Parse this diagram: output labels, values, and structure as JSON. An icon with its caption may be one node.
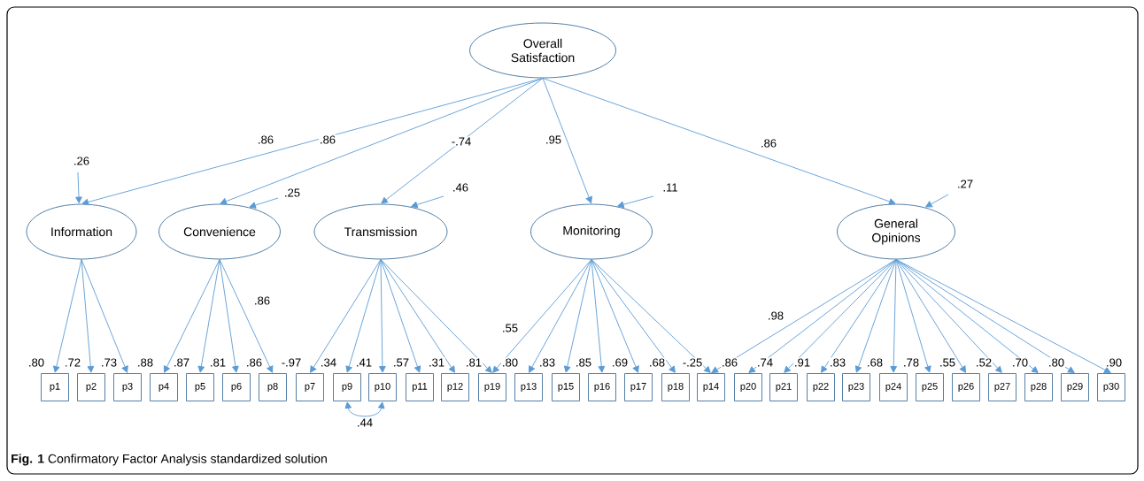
{
  "diagram": {
    "caption": "**Fig. 1** Confirmatory Factor Analysis standardized solution",
    "nodes": [
      {
        "text": [
          "Overall Satisfaction"
        ]
      },
      {
        "text": [
          "Information"
        ]
      },
      {
        "text": [
          "Convenience"
        ]
      },
      {
        "text": [
          "Transmission"
        ]
      },
      {
        "text": [
          "Monitoring"
        ]
      },
      {
        "text": [
          "General Opinions"
        ]
      },
      {
        "text": [
          "p1"
        ],
        "beside": [
          ".80"
        ]
      },
      {
        "text": [
          "p2"
        ],
        "beside": [
          ".72"
        ]
      },
      {
        "text": [
          "p3"
        ],
        "beside": [
          ".73"
        ]
      },
      {
        "text": [
          "p4"
        ],
        "beside": [
          ".88"
        ]
      },
      {
        "text": [
          "p5"
        ],
        "beside": [
          ".87"
        ]
      },
      {
        "text": [
          "p6"
        ],
        "beside": [
          ".81"
        ]
      },
      {
        "text": [
          "p8"
        ],
        "beside": [
          ".86"
        ]
      },
      {
        "text": [
          "p7"
        ],
        "beside": [
          "-.97"
        ]
      },
      {
        "text": [
          "p9"
        ],
        "beside": [
          ".34"
        ]
      },
      {
        "text": [
          "p10"
        ],
        "beside": [
          ".41"
        ]
      },
      {
        "text": [
          "p11"
        ],
        "beside": [
          ".57"
        ]
      },
      {
        "text": [
          "p12"
        ],
        "beside": [
          ".31"
        ]
      },
      {
        "text": [
          "p19"
        ],
        "beside": [
          ".81"
        ]
      },
      {
        "text": [
          "p13"
        ],
        "beside": [
          ".80"
        ]
      },
      {
        "text": [
          "p15"
        ],
        "beside": [
          ".83"
        ]
      },
      {
        "text": [
          "p16"
        ],
        "beside": [
          ".85"
        ]
      },
      {
        "text": [
          "p17"
        ],
        "beside": [
          ".69"
        ]
      },
      {
        "text": [
          "p18"
        ],
        "beside": [
          ".68"
        ]
      },
      {
        "text": [
          "p14"
        ],
        "beside": [
          "-.25"
        ]
      },
      {
        "text": [
          "p20"
        ],
        "beside": [
          ".86"
        ]
      },
      {
        "text": [
          "p21"
        ],
        "beside": [
          ".74"
        ]
      },
      {
        "text": [
          "p22"
        ],
        "beside": [
          ".91"
        ]
      },
      {
        "text": [
          "p23"
        ],
        "beside": [
          ".83"
        ]
      },
      {
        "text": [
          "p24"
        ],
        "beside": [
          ".68"
        ]
      },
      {
        "text": [
          "p25"
        ],
        "beside": [
          ".78"
        ]
      },
      {
        "text": [
          "p26"
        ],
        "beside": [
          ".55"
        ]
      },
      {
        "text": [
          "p27"
        ],
        "beside": [
          ".52"
        ]
      },
      {
        "text": [
          "p28"
        ],
        "beside": [
          ".70"
        ]
      },
      {
        "text": [
          "p29"
        ],
        "beside": [
          ".80"
        ]
      },
      {
        "text": [
          "p30"
        ],
        "beside": [
          ".90"
        ]
      }
    ],
    "edges": [
      {
        "from": 0,
        "to": 1,
        "arrow": "to",
        "label": ".86"
      },
      {
        "from": 0,
        "to": 2,
        "arrow": "to",
        "label": ".86"
      },
      {
        "from": 0,
        "to": 3,
        "arrow": "to",
        "label": "-.74"
      },
      {
        "from": 0,
        "to": 4,
        "arrow": "to",
        "label": ".95"
      },
      {
        "from": 0,
        "to": 5,
        "arrow": "to",
        "label": ".86"
      },
      {
        "from": null,
        "to": 1,
        "arrow": "to",
        "label": ".26"
      },
      {
        "from": null,
        "to": 2,
        "arrow": "to",
        "label": ".25"
      },
      {
        "from": null,
        "to": 3,
        "arrow": "to",
        "label": ".46"
      },
      {
        "from": null,
        "to": 4,
        "arrow": "to",
        "label": ".11"
      },
      {
        "from": null,
        "to": 5,
        "arrow": "to",
        "label": ".27"
      },
      {
        "from": 1,
        "to": 6,
        "arrow": "to"
      },
      {
        "from": 1,
        "to": 7,
        "arrow": "to"
      },
      {
        "from": 1,
        "to": 8,
        "arrow": "to"
      },
      {
        "from": 2,
        "to": 9,
        "arrow": "to"
      },
      {
        "from": 2,
        "to": 10,
        "arrow": "to"
      },
      {
        "from": 2,
        "to": 11,
        "arrow": "to"
      },
      {
        "from": 2,
        "to": 12,
        "arrow": "to",
        "label": ".86"
      },
      {
        "from": 3,
        "to": 13,
        "arrow": "to"
      },
      {
        "from": 3,
        "to": 14,
        "arrow": "to"
      },
      {
        "from": 3,
        "to": 15,
        "arrow": "to"
      },
      {
        "from": 3,
        "to": 16,
        "arrow": "to"
      },
      {
        "from": 3,
        "to": 17,
        "arrow": "to"
      },
      {
        "from": 3,
        "to": 18,
        "arrow": "to"
      },
      {
        "from": 4,
        "to": 18,
        "arrow": "to",
        "label": ".55"
      },
      {
        "from": 4,
        "to": 19,
        "arrow": "to"
      },
      {
        "from": 4,
        "to": 20,
        "arrow": "to"
      },
      {
        "from": 4,
        "to": 21,
        "arrow": "to"
      },
      {
        "from": 4,
        "to": 22,
        "arrow": "to"
      },
      {
        "from": 4,
        "to": 23,
        "arrow": "to"
      },
      {
        "from": 4,
        "to": 24,
        "arrow": "to"
      },
      {
        "from": 5,
        "to": 24,
        "arrow": "to",
        "label": ".98"
      },
      {
        "from": 5,
        "to": 25,
        "arrow": "to"
      },
      {
        "from": 5,
        "to": 26,
        "arrow": "to"
      },
      {
        "from": 5,
        "to": 27,
        "arrow": "to"
      },
      {
        "from": 5,
        "to": 28,
        "arrow": "to"
      },
      {
        "from": 5,
        "to": 29,
        "arrow": "to"
      },
      {
        "from": 5,
        "to": 30,
        "arrow": "to"
      },
      {
        "from": 5,
        "to": 31,
        "arrow": "to"
      },
      {
        "from": 5,
        "to": 32,
        "arrow": "to"
      },
      {
        "from": 5,
        "to": 33,
        "arrow": "to"
      },
      {
        "from": 5,
        "to": 34,
        "arrow": "to"
      },
      {
        "from": 5,
        "to": 35,
        "arrow": "to"
      },
      {
        "from": 14,
        "to": 15,
        "arrow": "both",
        "label": ".44"
      }
    ]
  }
}
